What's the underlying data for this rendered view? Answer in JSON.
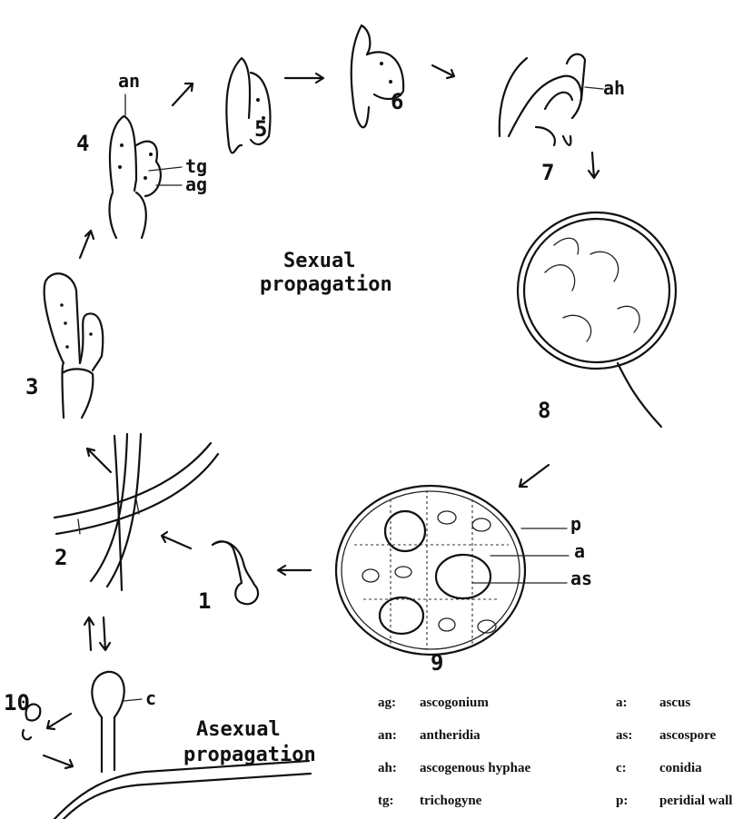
{
  "diagram": {
    "captions": {
      "sexual_line1": "Sexual",
      "sexual_line2": "propagation",
      "asexual_line1": "Asexual",
      "asexual_line2": "propagation"
    },
    "stages": [
      "1",
      "2",
      "3",
      "4",
      "5",
      "6",
      "7",
      "8",
      "9",
      "10"
    ],
    "part_labels": {
      "an": "an",
      "tg": "tg",
      "ag": "ag",
      "ah": "ah",
      "p": "p",
      "a": "a",
      "as": "as",
      "c": "c"
    }
  },
  "legend": [
    {
      "abbr": "ag:",
      "term": "ascogonium"
    },
    {
      "abbr": "a:",
      "term": "ascus"
    },
    {
      "abbr": "an:",
      "term": "antheridia"
    },
    {
      "abbr": "as:",
      "term": "ascospore"
    },
    {
      "abbr": "ah:",
      "term": "ascogenous hyphae"
    },
    {
      "abbr": "c:",
      "term": "conidia"
    },
    {
      "abbr": "tg:",
      "term": "trichogyne"
    },
    {
      "abbr": "p:",
      "term": "peridial wall"
    }
  ]
}
